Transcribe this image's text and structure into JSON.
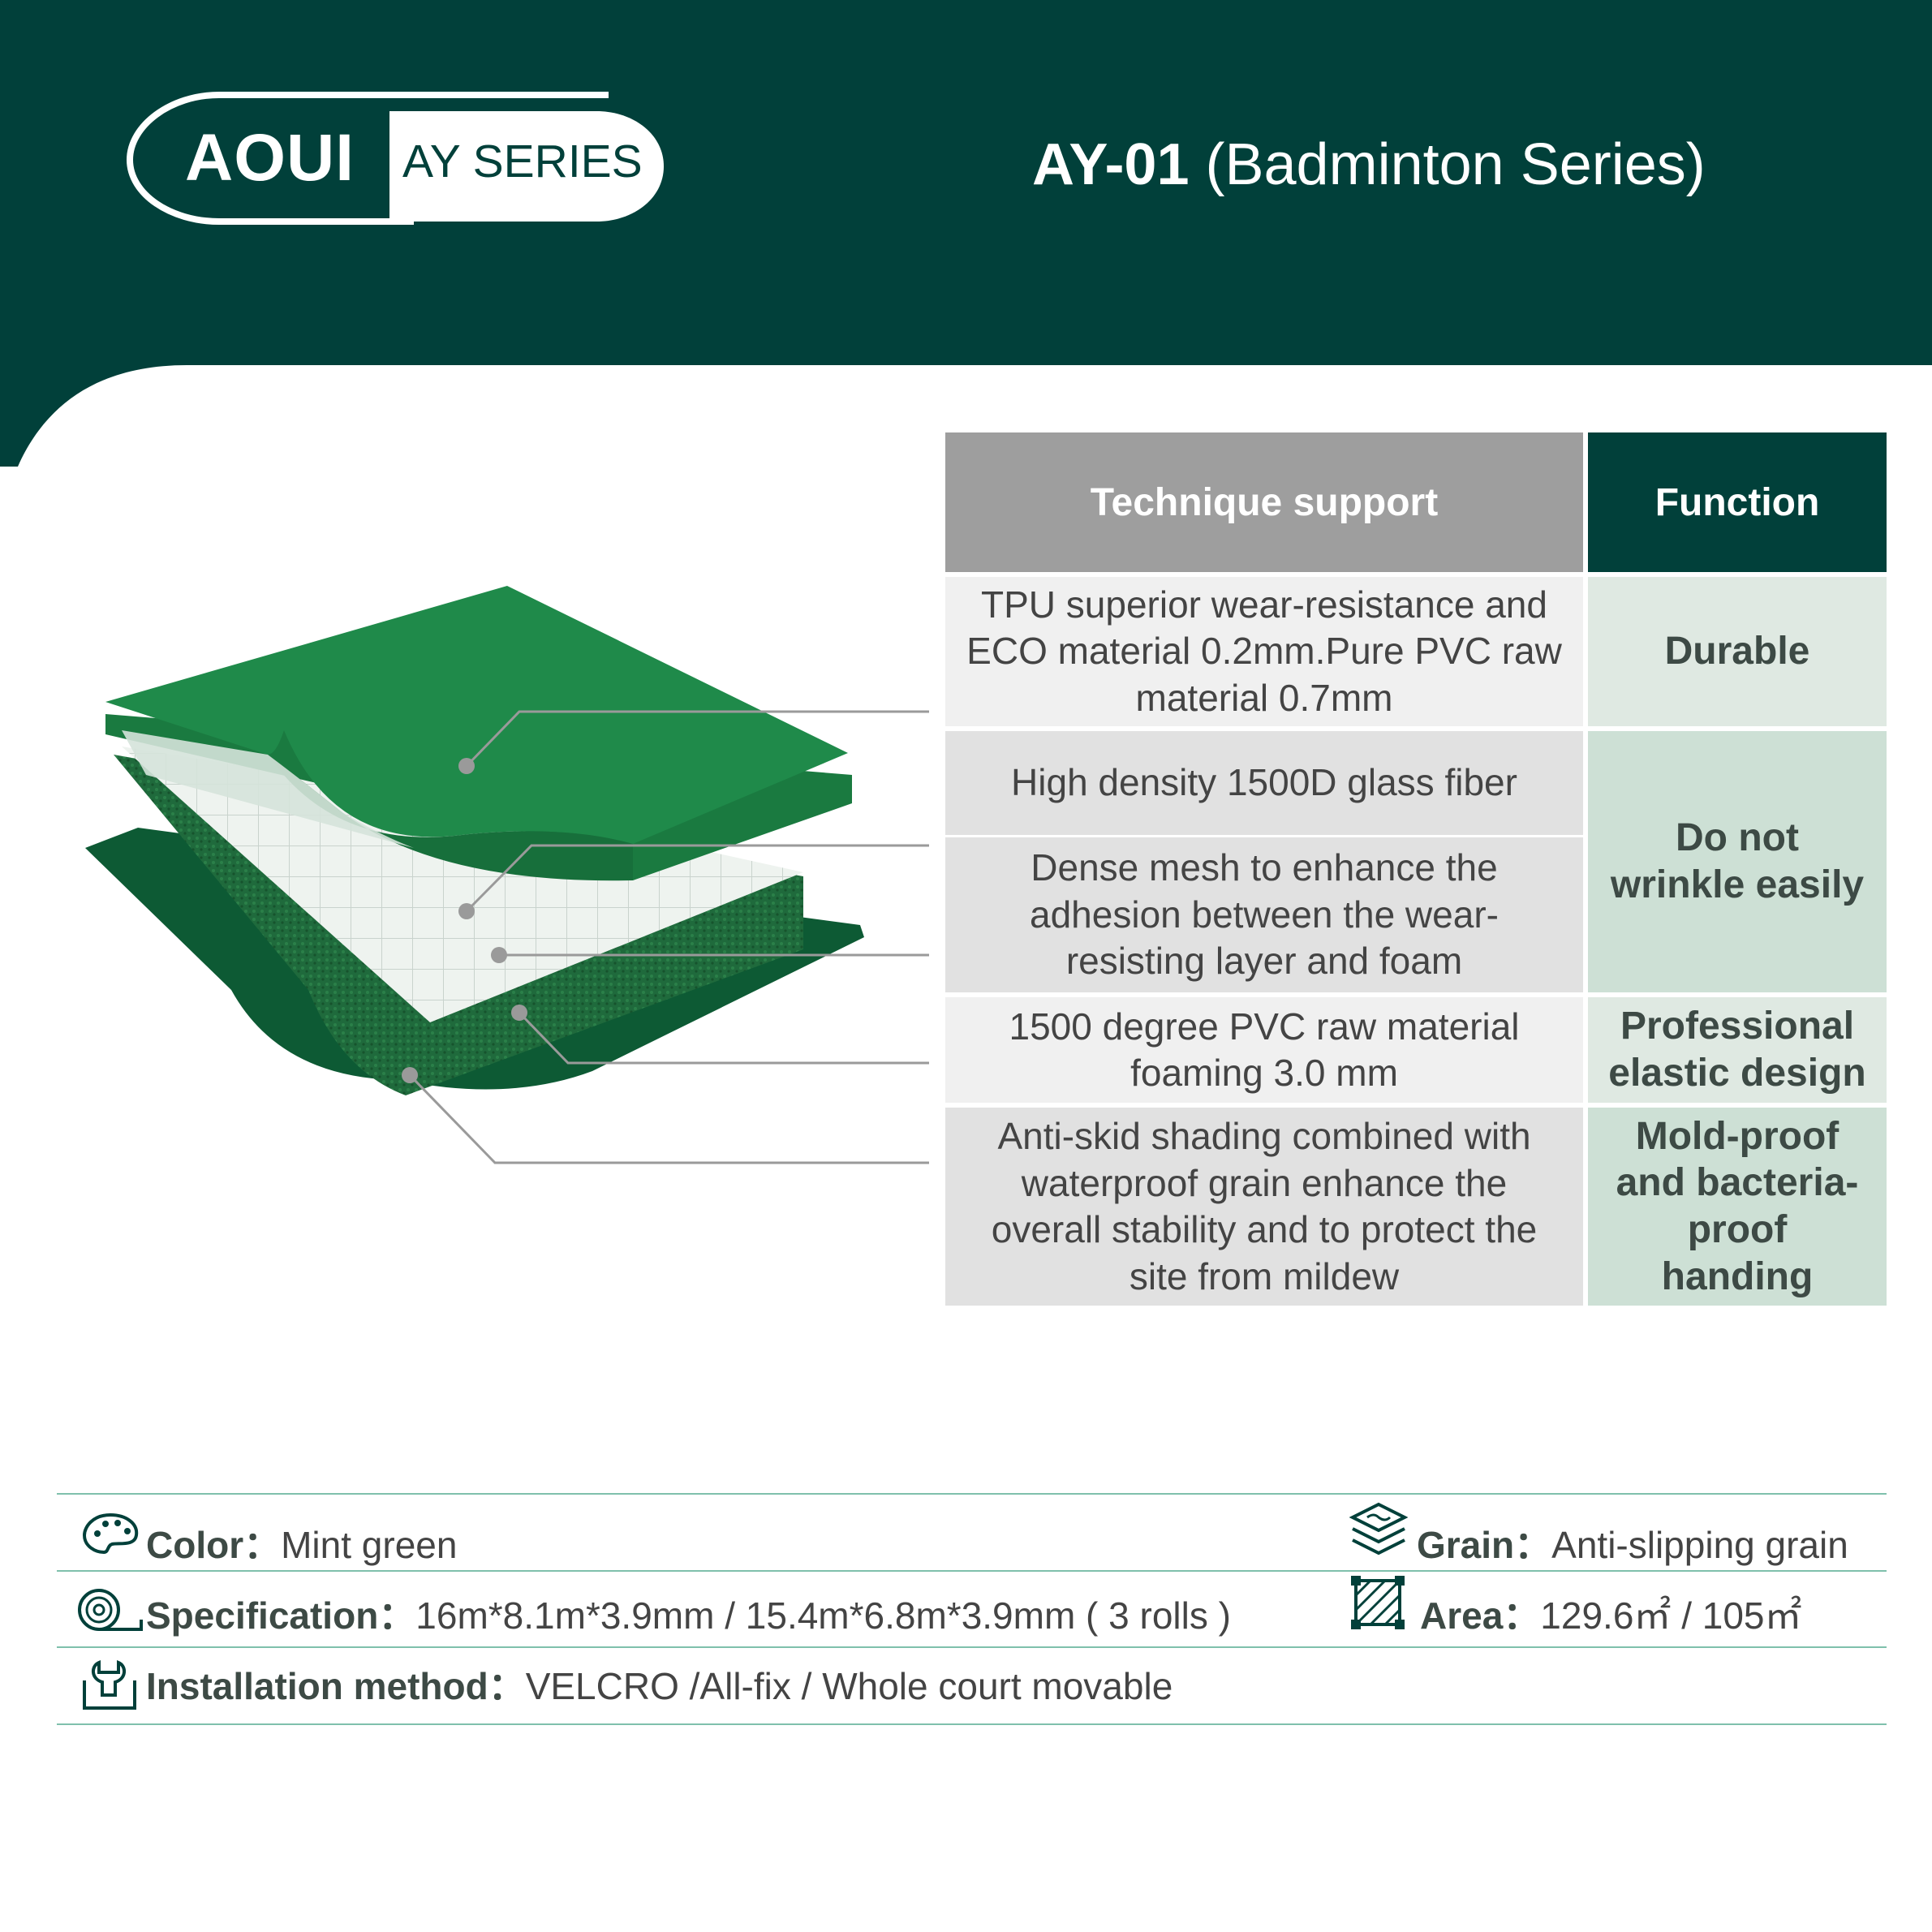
{
  "logo": {
    "brand": "AOUI",
    "series": "AY SERIES"
  },
  "title": {
    "code": "AY-01",
    "name": "(Badminton Series)"
  },
  "colors": {
    "header": "#01403a",
    "table_header_gray": "#9e9e9e",
    "accent_line": "#7fc0ac",
    "floor_green": "#1c7a44"
  },
  "table": {
    "headers": {
      "technique": "Technique support",
      "function": "Function"
    },
    "rows": [
      {
        "technique": "TPU superior wear-resistance and ECO material 0.2mm.Pure PVC raw material 0.7mm",
        "function": "Durable"
      },
      {
        "technique": "High density 1500D glass fiber",
        "function": "Do not wrinkle easily"
      },
      {
        "technique": "Dense mesh to enhance the adhesion between the wear-resisting layer and foam"
      },
      {
        "technique": "1500 degree PVC raw material foaming 3.0 mm",
        "function": "Professional elastic design"
      },
      {
        "technique": "Anti-skid  shading combined with waterproof grain enhance the overall stability and to protect the site from mildew",
        "function": "Mold-proof and bacteria-proof handing"
      }
    ]
  },
  "specs": {
    "color": {
      "label": "Color：",
      "value": "Mint green",
      "icon": "palette-icon"
    },
    "grain": {
      "label": "Grain：",
      "value": "Anti-slipping grain",
      "icon": "layers-icon"
    },
    "specification": {
      "label": "Specification：",
      "value": "16m*8.1m*3.9mm / 15.4m*6.8m*3.9mm ( 3 rolls )",
      "icon": "roll-icon"
    },
    "area": {
      "label": "Area：",
      "value": "129.6㎡ / 105㎡",
      "icon": "area-icon"
    },
    "installation": {
      "label": "Installation method：",
      "value": "VELCRO /All-fix / Whole court movable",
      "icon": "wrench-icon"
    }
  }
}
